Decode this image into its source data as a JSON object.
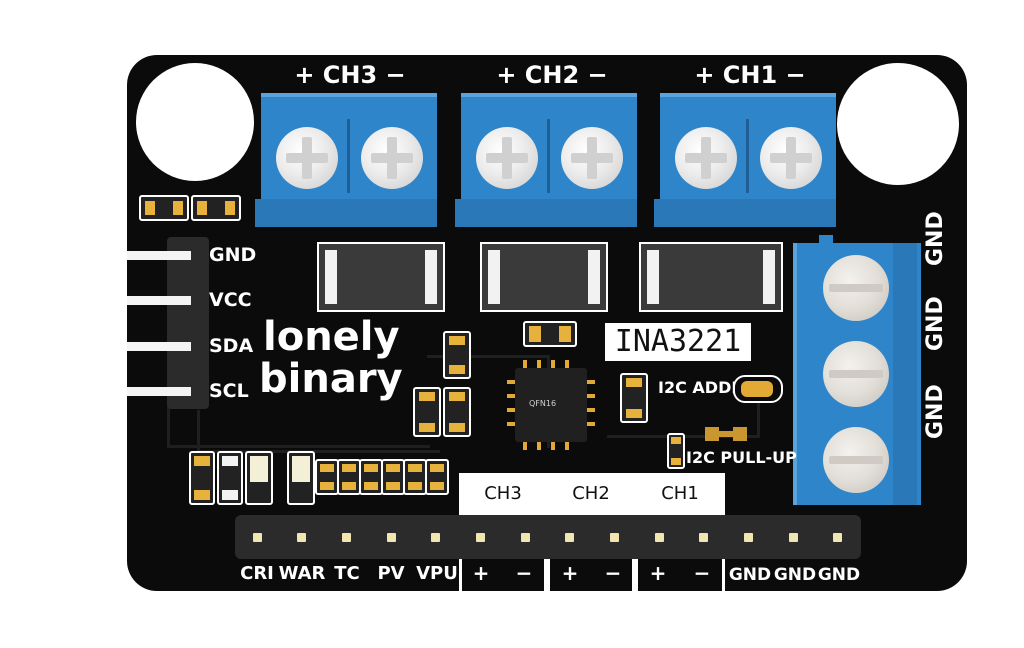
{
  "board": {
    "brand_line1": "lonely",
    "brand_line2": "binary",
    "chip_name": "INA3221",
    "chip_marking": "QFN16",
    "i2c_addr_label": "I2C ADDR",
    "pullup_label": "I2C PULL-UP",
    "top_terminals": [
      {
        "label": "+ CH3 −"
      },
      {
        "label": "+ CH2 −"
      },
      {
        "label": "+ CH1 −"
      }
    ],
    "side_terminal_labels": [
      "GND",
      "GND",
      "GND"
    ],
    "left_header": [
      "GND",
      "VCC",
      "SDA",
      "SCL"
    ],
    "bottom_channel_labels": [
      "CH3",
      "CH2",
      "CH1"
    ],
    "bottom_pin_labels": [
      "CRI",
      "WAR",
      "TC",
      "PV",
      "VPU",
      "+",
      "−",
      "+",
      "−",
      "+",
      "−",
      "GND",
      "GND",
      "GND"
    ],
    "colors": {
      "pcb": "#0b0b0b",
      "terminal_blue": "#2f85c9",
      "silkscreen": "#ffffff",
      "pad_gold": "#e2aa35"
    }
  }
}
